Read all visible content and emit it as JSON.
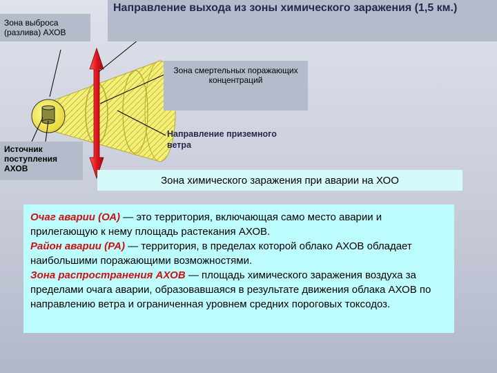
{
  "labels": {
    "release_zone": "Зона выброса (разлива) АХОВ",
    "direction_title": "Направление выхода из зоны  химического заражения (1,5 км.)",
    "lethal_zone": "Зона смертельных поражающих концентраций",
    "source": "Источник поступления АХОВ",
    "wind_direction": "Направление приземного ветра",
    "contamination_zone": "Зона химического заражения при аварии на ХОО"
  },
  "definitions": [
    {
      "term": "Очаг аварии (ОА)",
      "text": " — это территория, включающая само место аварии и прилегающую к нему площадь растекания АХОВ."
    },
    {
      "term": "Район аварии (РА)",
      "text": " — территория, в пределах которой  облако АХОВ  обладает наибольшими поражающими возможностями."
    },
    {
      "term": "Зона распространения АХОВ",
      "text": " — площадь химического заражения воздуха за пределами очага аварии, образовавшаяся в результате движения облака АХОВ по направлению ветра и ограниченная уровнем средних пороговых токсодоз."
    }
  ],
  "colors": {
    "arrow": "#e0141c",
    "cloud": "#ecec5a",
    "source_circle": "#f4ec50",
    "source_cylinder": "#8a8a3a",
    "background": "#c8ccda",
    "term": "#d01010"
  }
}
